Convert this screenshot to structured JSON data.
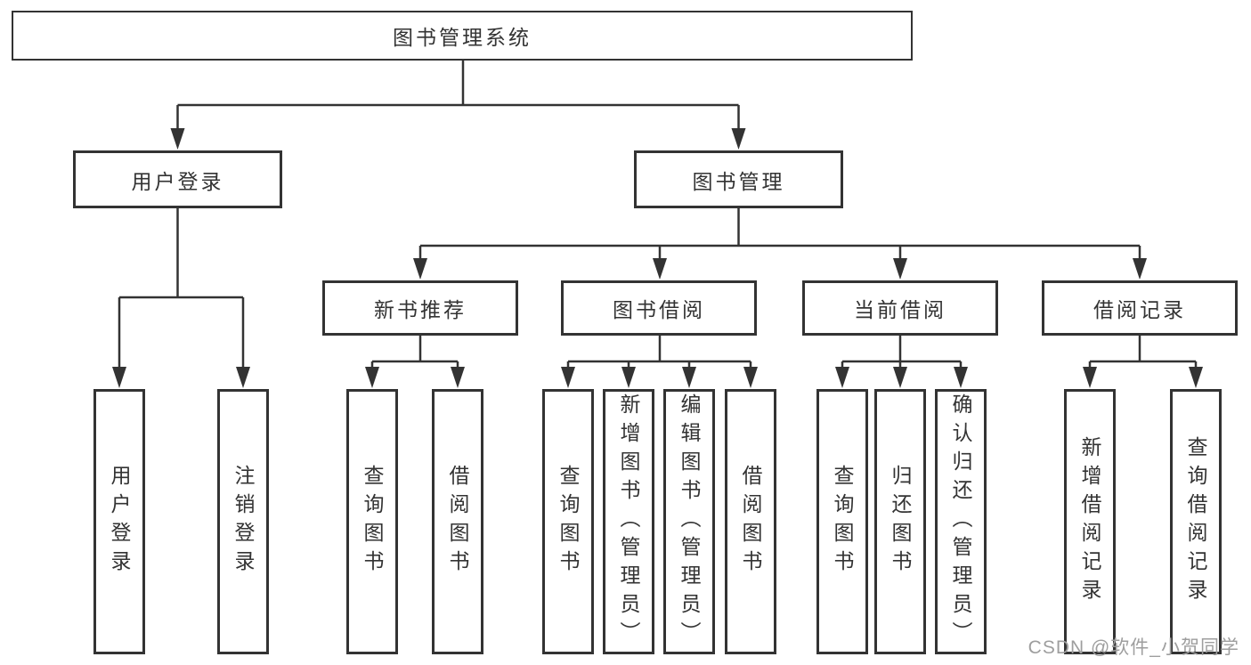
{
  "colors": {
    "line": "#333333",
    "text": "#333333",
    "box_background": "#ffffff",
    "page_background": "#ffffff",
    "watermark": "#9e9e9e"
  },
  "root": {
    "label": "图书管理系统"
  },
  "level2": [
    {
      "label": "用户登录"
    },
    {
      "label": "图书管理"
    }
  ],
  "level3": [
    {
      "label": "新书推荐"
    },
    {
      "label": "图书借阅"
    },
    {
      "label": "当前借阅"
    },
    {
      "label": "借阅记录"
    }
  ],
  "leaves": {
    "user_login": [
      {
        "label": "用户登录"
      },
      {
        "label": "注销登录"
      }
    ],
    "new_book": [
      {
        "label": "查询图书"
      },
      {
        "label": "借阅图书"
      }
    ],
    "book_borrow": [
      {
        "label": "查询图书"
      },
      {
        "label": "新增图书（管理员）"
      },
      {
        "label": "编辑图书（管理员）"
      },
      {
        "label": "借阅图书"
      }
    ],
    "current_borrow": [
      {
        "label": "查询图书"
      },
      {
        "label": "归还图书"
      },
      {
        "label": "确认归还（管理员）"
      }
    ],
    "borrow_record": [
      {
        "label": "新增借阅记录"
      },
      {
        "label": "查询借阅记录"
      }
    ]
  },
  "watermark": {
    "text": "CSDN @软件_小贺同学"
  }
}
